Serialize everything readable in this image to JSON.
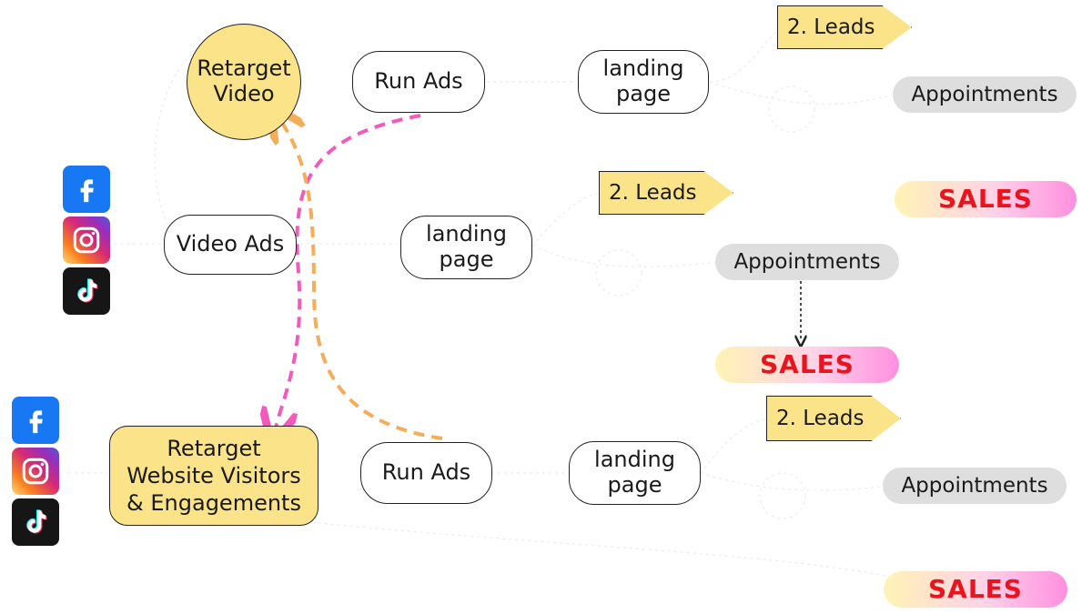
{
  "nodes": {
    "retarget_video": "Retarget\nVideo",
    "run_ads_top": "Run Ads",
    "landing_page_top": "landing\npage",
    "video_ads": "Video Ads",
    "landing_page_mid": "landing\npage",
    "retarget_website": "Retarget\nWebsite Visitors\n& Engagements",
    "run_ads_bottom": "Run Ads",
    "landing_page_bottom": "landing\npage"
  },
  "outcomes": {
    "top": {
      "leads": "2. Leads",
      "appointments": "Appointments",
      "sales": "SALES"
    },
    "mid": {
      "leads": "2. Leads",
      "appointments": "Appointments",
      "sales": "SALES"
    },
    "bottom": {
      "leads": "2. Leads",
      "appointments": "Appointments",
      "sales": "SALES"
    }
  },
  "icons": [
    "facebook-icon",
    "instagram-icon",
    "tiktok-icon"
  ],
  "colors": {
    "yellow": "#fbe38a",
    "pink_arrow": "#f25bbd",
    "orange_arrow": "#f5ad5a",
    "sales_text": "#e8141e",
    "gray_pill": "#dedede"
  }
}
